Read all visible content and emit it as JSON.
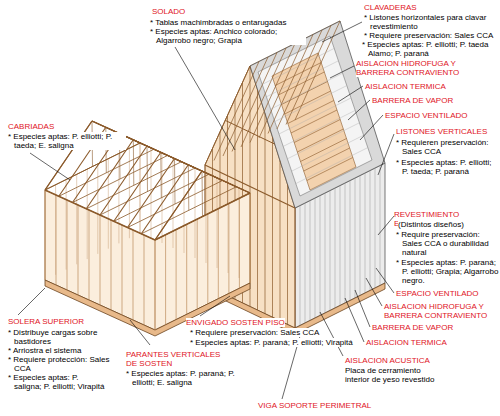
{
  "diagram": {
    "labels": [
      "SOLADO",
      "* Tablas machimbradas o entarugadas",
      "* Especies aptas: Anchico colorado; Algarrobo negro; Grapia",
      "CLAVADERAS",
      "* Listones horizontales para clavar revestimiento",
      "* Requiere preservación: Sales CCA",
      "* Especies aptas: P. elliotti; P. taeda Alamo; P. paraná",
      "AISLACION HIDROFUGA Y BARRERA CONTRAVIENTO",
      "AISLACION TERMICA",
      "BARRERA DE VAPOR",
      "ESPACIO VENTILADO",
      "CABRIADAS",
      "* Especies aptas: P. elliotti; P. taeda; E. saligna",
      "LISTONES VERTICALES",
      "* Requieren preservación: Sales CCA",
      "* Especies aptas: P. elliotti; P. taeda; P. paraná",
      "REVESTIMIENTO EXTERIOR",
      "(Distintos diseños)",
      "* Require preservación: Sales CCA o durabilidad natural",
      "* Especies aptas: P. paraná; P. elliotti; Grapia; Algarrobo negro.",
      "ESPACIO VENTILADO",
      "AISLACION HIDROFUGA Y BARRERA CONTRAVIENTO",
      "BARRERA DE VAPOR",
      "AISLACION TERMICA",
      "ENVIGADO SOSTEN PISO",
      "* Requiere preservación: Sales CCA",
      "* Especies aptas: P. paraná; P. elliotti; Virapitá",
      "SOLERA SUPERIOR",
      "* Distribuye cargas sobre bastidores",
      "* Arriostra el sistema",
      "* Requiere protección: Sales CCA",
      "* Especies aptas: P. saligna; P. elliotti; Virapitá",
      "PARANTES VERTICALES DE SOSTEN",
      "* Especies aptas: P. paraná; P. elliotti; E. saligna",
      "AISLACION ACUSTICA",
      "Placa de cerramiento interior de yeso revestido",
      "VIGA SOPORTE PERIMETRAL"
    ]
  }
}
